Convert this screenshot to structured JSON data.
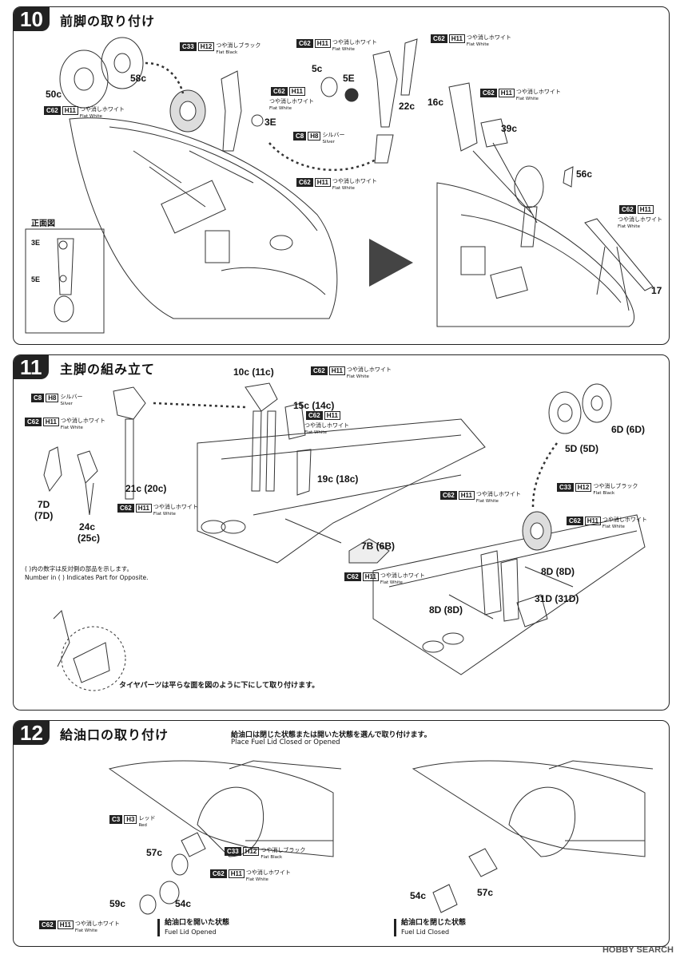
{
  "steps": [
    {
      "number": "10",
      "title": "前脚の取り付け"
    },
    {
      "number": "11",
      "title": "主脚の組み立て"
    },
    {
      "number": "12",
      "title": "給油口の取り付け"
    }
  ],
  "colors": {
    "c62": {
      "code": "C62",
      "h": "H11",
      "jp": "つや消しホワイト",
      "en": "Flat White"
    },
    "c33": {
      "code": "C33",
      "h": "H12",
      "jp": "つや消しブラック",
      "en": "Flat Black"
    },
    "c8": {
      "code": "C8",
      "h": "H8",
      "jp": "シルバー",
      "en": "Silver"
    },
    "c3": {
      "code": "C3",
      "h": "H3",
      "jp": "レッド",
      "en": "Red"
    }
  },
  "step10": {
    "parts": {
      "p50c": "50c",
      "p58c": "58c",
      "p5c": "5c",
      "p5e": "5E",
      "p3e": "3E",
      "p22c": "22c",
      "p16c": "16c",
      "p39c": "39c",
      "p56c": "56c",
      "p17": "17"
    },
    "front_view_title": "正面図",
    "front_view_labels": {
      "a": "3E",
      "b": "5E"
    }
  },
  "step11": {
    "parts": {
      "p10c": "10c (11c)",
      "p15c": "15c (14c)",
      "p19c": "19c (18c)",
      "p21c": "21c (20c)",
      "p7d": "7D",
      "p7d2": "(7D)",
      "p24c": "24c",
      "p25c": "(25c)",
      "p7b": "7B (6B)",
      "p6d": "6D (6D)",
      "p5d": "5D (5D)",
      "p8d_a": "8D (8D)",
      "p8d_b": "8D (8D)",
      "p31d": "31D (31D)"
    },
    "note_jp": "( )内の数字は反対側の部品を示します。",
    "note_en": "Number in ( ) Indicates Part for Opposite.",
    "tire_note": "タイヤパーツは平らな面を図のように下にして取り付けます。"
  },
  "step12": {
    "choice_jp": "給油口は閉じた状態または開いた状態を選んで取り付けます。",
    "choice_en": "Place Fuel Lid Closed or Opened",
    "parts": {
      "p57c": "57c",
      "p59c": "59c",
      "p54c": "54c",
      "p54c_b": "54c",
      "p57c_b": "57c"
    },
    "opened_jp": "給油口を開いた状態",
    "opened_en": "Fuel Lid Opened",
    "closed_jp": "給油口を閉じた状態",
    "closed_en": "Fuel Lid Closed"
  },
  "watermark": "HOBBY SEARCH"
}
